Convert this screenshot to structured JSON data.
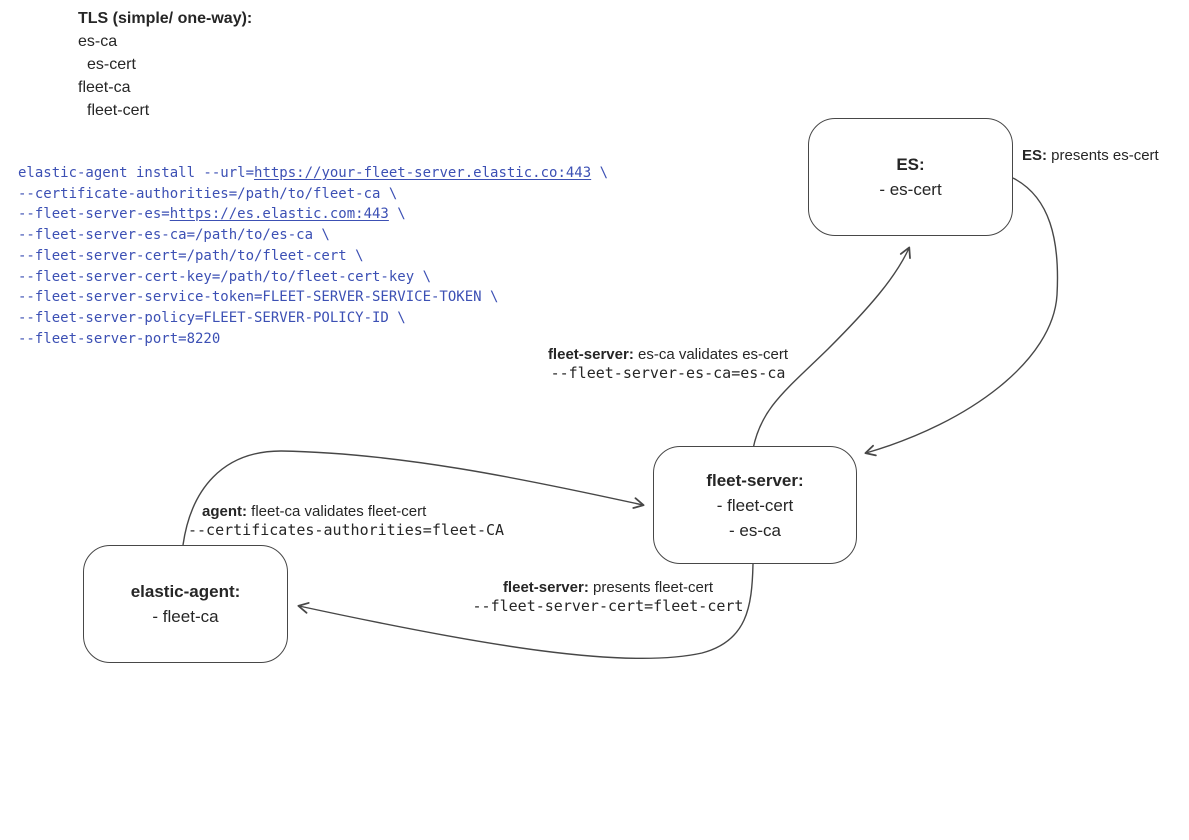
{
  "colors": {
    "code_text": "#3c50b4",
    "diagram_stroke": "#474747",
    "text": "#262626",
    "background": "#ffffff"
  },
  "legend": {
    "title": "TLS (simple/ one-way):",
    "items": [
      {
        "text": "es-ca",
        "indent": false
      },
      {
        "text": "es-cert",
        "indent": true
      },
      {
        "text": "fleet-ca",
        "indent": false
      },
      {
        "text": "fleet-cert",
        "indent": true
      }
    ]
  },
  "command": {
    "lines": [
      {
        "segments": [
          {
            "text": "elastic-agent install --url="
          },
          {
            "text": "https://your-fleet-server.elastic.co:443",
            "underline": true
          },
          {
            "text": " \\"
          }
        ]
      },
      {
        "segments": [
          {
            "text": "--certificate-authorities=/path/to/fleet-ca \\"
          }
        ]
      },
      {
        "segments": [
          {
            "text": "--fleet-server-es="
          },
          {
            "text": "https://es.elastic.com:443",
            "underline": true
          },
          {
            "text": " \\"
          }
        ]
      },
      {
        "segments": [
          {
            "text": "--fleet-server-es-ca=/path/to/es-ca \\"
          }
        ]
      },
      {
        "segments": [
          {
            "text": "--fleet-server-cert=/path/to/fleet-cert \\"
          }
        ]
      },
      {
        "segments": [
          {
            "text": "--fleet-server-cert-key=/path/to/fleet-cert-key \\"
          }
        ]
      },
      {
        "segments": [
          {
            "text": "--fleet-server-service-token=FLEET-SERVER-SERVICE-TOKEN \\"
          }
        ]
      },
      {
        "segments": [
          {
            "text": "--fleet-server-policy=FLEET-SERVER-POLICY-ID \\"
          }
        ]
      },
      {
        "segments": [
          {
            "text": "--fleet-server-port=8220"
          }
        ]
      }
    ]
  },
  "nodes": {
    "es": {
      "title": "ES:",
      "items": [
        "- es-cert"
      ]
    },
    "fleet_server": {
      "title": "fleet-server:",
      "items": [
        "- fleet-cert",
        "- es-ca"
      ]
    },
    "elastic_agent": {
      "title": "elastic-agent:",
      "items": [
        "- fleet-ca"
      ]
    }
  },
  "edge_labels": {
    "es_presents": {
      "bold": "ES:",
      "rest": " presents es-cert"
    },
    "fleet_validates": {
      "bold": "fleet-server:",
      "rest": " es-ca validates es-cert",
      "mono": "--fleet-server-es-ca=es-ca"
    },
    "agent_validates": {
      "bold": "agent:",
      "rest": " fleet-ca validates fleet-cert",
      "mono": "--certificates-authorities=fleet-CA"
    },
    "fleet_presents": {
      "bold": "fleet-server:",
      "rest": " presents fleet-cert",
      "mono": "--fleet-server-cert=fleet-cert"
    }
  }
}
